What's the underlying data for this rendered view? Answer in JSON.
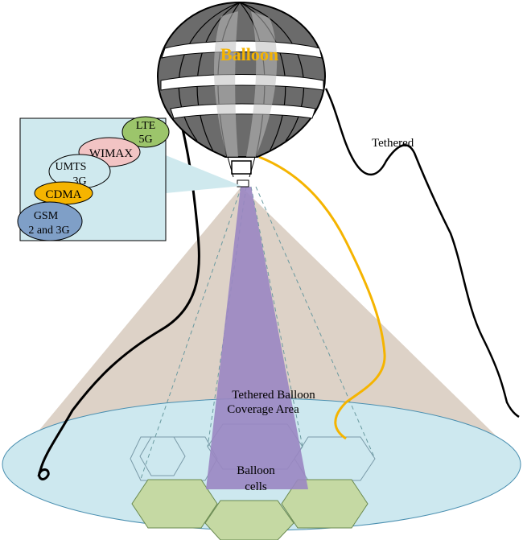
{
  "balloon": {
    "title": "Balloon",
    "title_color": "#f5b400"
  },
  "tether": {
    "label": "Tethered"
  },
  "coverage": {
    "line1": "Tethered Balloon",
    "line2": "Coverage Area"
  },
  "cells": {
    "line1": "Balloon",
    "line2": "cells"
  },
  "technologies": [
    {
      "line1": "LTE",
      "line2": "5G",
      "color": "#9cc56b"
    },
    {
      "line1": "WIMAX",
      "line2": "",
      "color": "#f2c4c4"
    },
    {
      "line1": "UMTS",
      "line2": "3G",
      "color": "#cfe9ee"
    },
    {
      "line1": "CDMA",
      "line2": "",
      "color": "#f5b400"
    },
    {
      "line1": "GSM",
      "line2": "2 and 3G",
      "color": "#7f9fc7"
    }
  ],
  "colors": {
    "panel": "#cfe9ee",
    "coverage_ellipse": "#cde8ef",
    "cone": "#ddd2c7",
    "beam": "#9a86c2",
    "cell_fill": "#c5d9a3",
    "tether_yellow": "#f5b400"
  }
}
